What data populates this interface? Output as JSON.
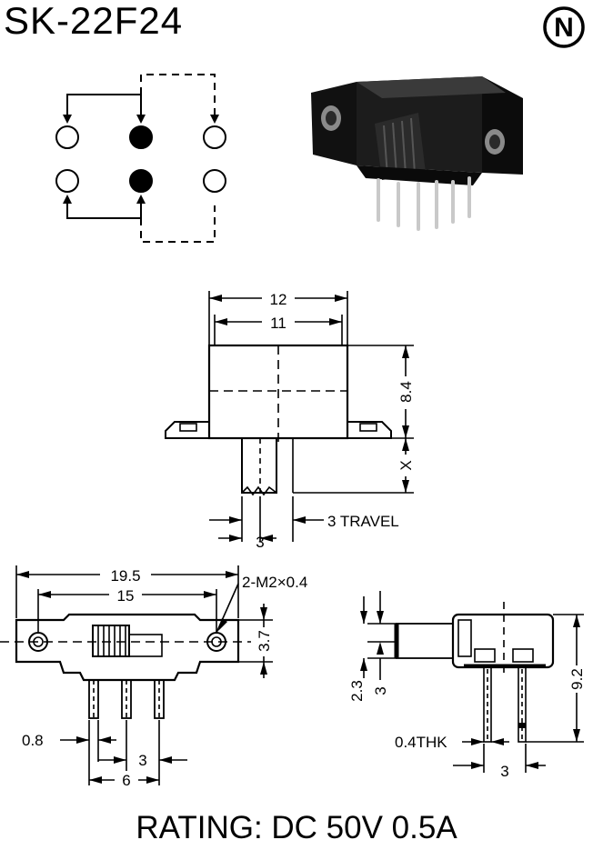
{
  "header": {
    "title": "SK-22F24",
    "logo_letter": "N"
  },
  "icons": {
    "logo": "n-circle-logo",
    "product_photo": "switch-photo-icon"
  },
  "front_view": {
    "width_outer": "12",
    "width_inner": "11",
    "height": "8.4",
    "actuator_height": "X",
    "actuator_width": "3",
    "travel": "3 TRAVEL"
  },
  "bottom_view": {
    "overall_length": "19.5",
    "mount_spacing": "15",
    "screw_spec": "2-M2×0.4",
    "body_height": "3.7",
    "pin_width": "0.8",
    "pin_pitch": "3",
    "pin_span": "6"
  },
  "side_view": {
    "offset_a": "2.3",
    "offset_b": "3",
    "total_height": "9.2",
    "pin_thickness": "0.4THK",
    "pin_pitch": "3"
  },
  "footer": {
    "rating": "RATING: DC 50V 0.5A"
  }
}
